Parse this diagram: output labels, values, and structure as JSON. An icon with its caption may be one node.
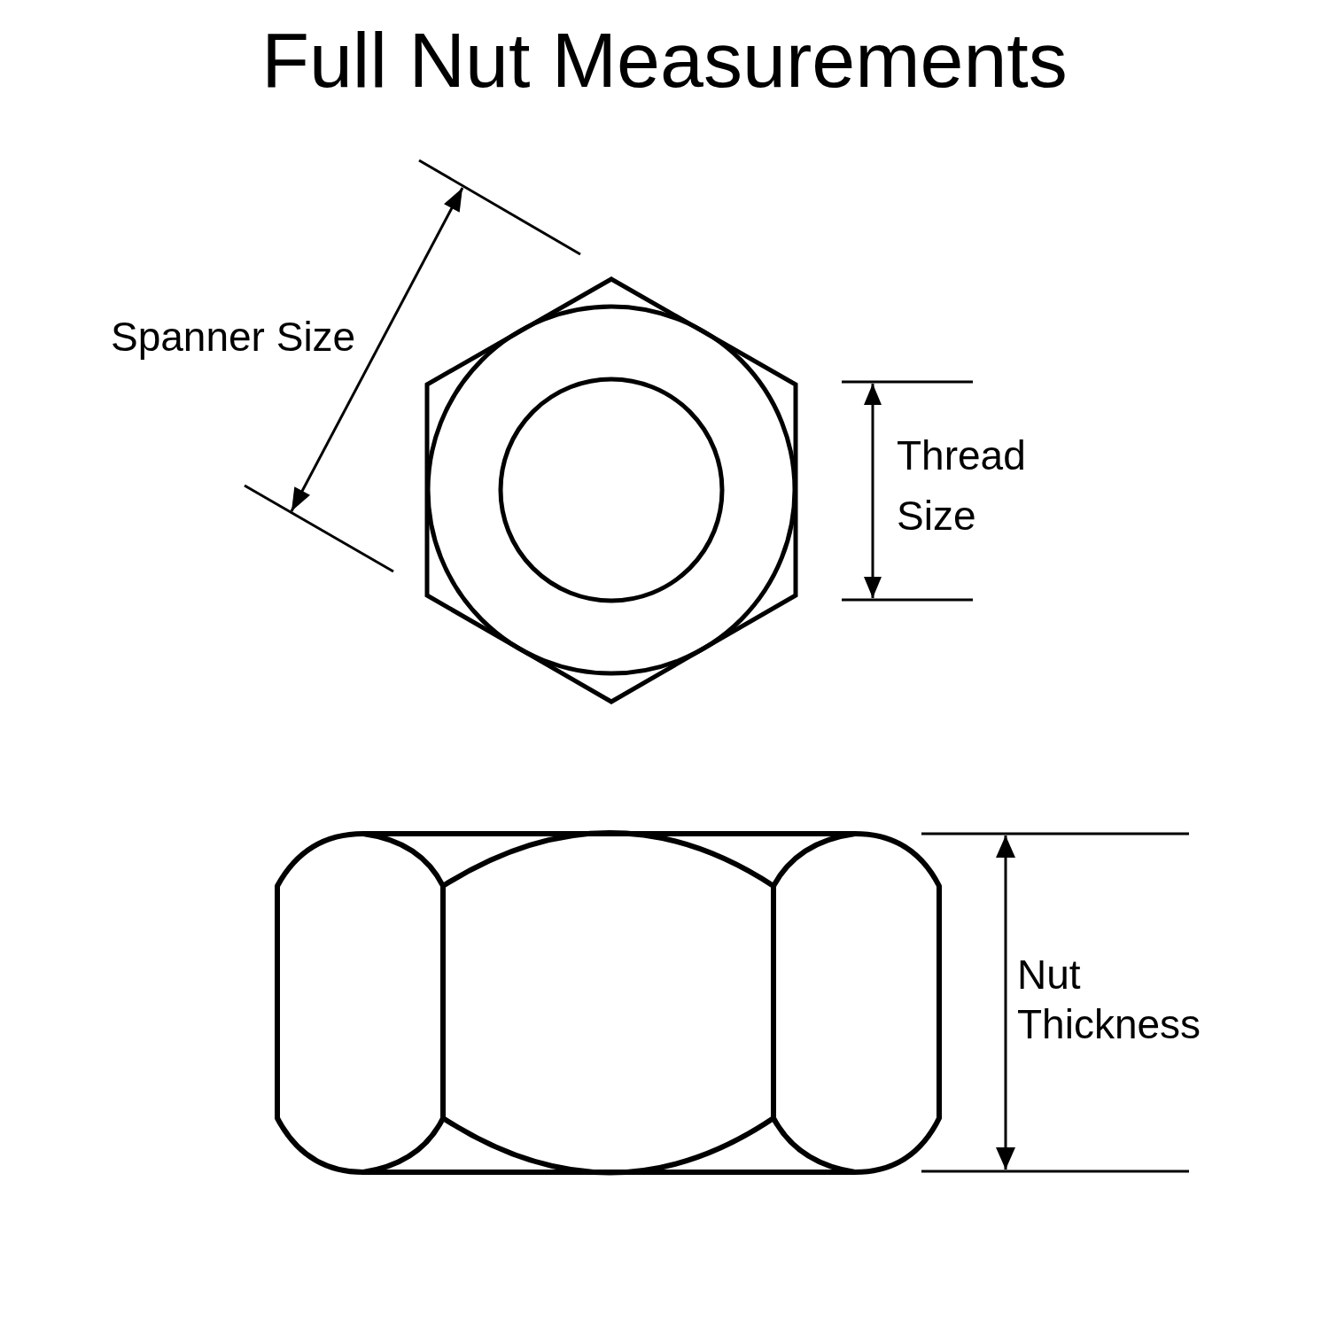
{
  "diagram": {
    "title": "Full Nut Measurements",
    "labels": [
      "Spanner Size",
      "Thread Size",
      "Nut Thickness"
    ]
  }
}
